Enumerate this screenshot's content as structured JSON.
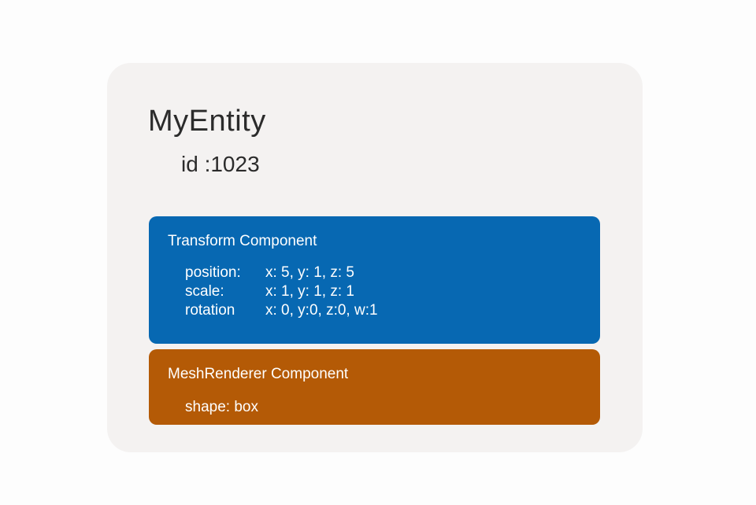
{
  "page": {
    "background_color": "#fdfdfd",
    "card_background_color": "#f4f2f1",
    "text_color": "#2b2b2b"
  },
  "entity": {
    "name": "MyEntity",
    "id_label": "id :1023"
  },
  "components": [
    {
      "name": "transform",
      "title": "Transform Component",
      "color": "#0768b2",
      "properties": [
        {
          "label": "position:",
          "value": "x: 5, y: 1, z: 5"
        },
        {
          "label": "scale:",
          "value": "x: 1, y: 1, z: 1"
        },
        {
          "label": "rotation",
          "value": "x: 0, y:0, z:0, w:1"
        }
      ]
    },
    {
      "name": "meshrenderer",
      "title": "MeshRenderer Component",
      "color": "#b45a06",
      "properties": [
        {
          "label": "shape: box",
          "value": ""
        }
      ]
    }
  ]
}
